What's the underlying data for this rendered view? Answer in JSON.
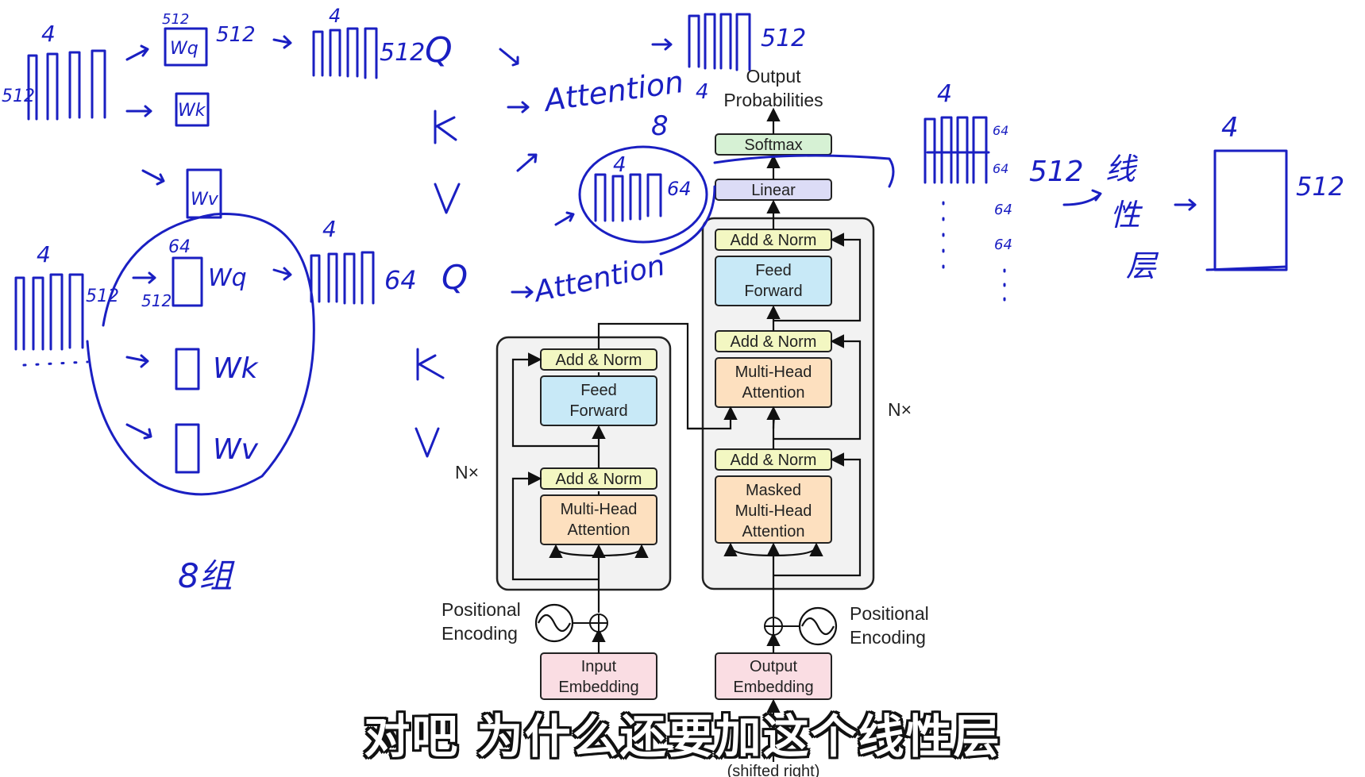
{
  "diagram": {
    "encoder": {
      "nx": "N×",
      "add_norm": "Add & Norm",
      "feed_forward": [
        "Feed",
        "Forward"
      ],
      "attention": [
        "Multi-Head",
        "Attention"
      ],
      "positional_encoding": [
        "Positional",
        "Encoding"
      ],
      "embedding": [
        "Input",
        "Embedding"
      ]
    },
    "decoder": {
      "nx": "N×",
      "add_norm": "Add & Norm",
      "feed_forward": [
        "Feed",
        "Forward"
      ],
      "attention": [
        "Multi-Head",
        "Attention"
      ],
      "masked_attention": [
        "Masked",
        "Multi-Head",
        "Attention"
      ],
      "positional_encoding": [
        "Positional",
        "Encoding"
      ],
      "embedding": [
        "Output",
        "Embedding"
      ],
      "shifted_right": "(shifted right)"
    },
    "head": {
      "linear": "Linear",
      "softmax": "Softmax",
      "output_probabilities": [
        "Output",
        "Probabilities"
      ]
    }
  },
  "annotations": {
    "n4": "4",
    "n512": "512",
    "n64": "64",
    "n8": "8",
    "wq": "Wq",
    "wk": "Wk",
    "wv": "Wv",
    "Q": "Q",
    "K": "K",
    "V": "V",
    "attention": "Attention",
    "eight_groups": "8组",
    "linear_layer": [
      "线",
      "性",
      "层"
    ]
  },
  "subtitle": "对吧 为什么还要加这个线性层",
  "colors": {
    "ink": "#1a1fc2",
    "ff_fill": "#c8e9f7",
    "attn_fill": "#fde0bf",
    "addnorm_fill": "#f3f7c2",
    "embed_fill": "#fadde3",
    "linear_fill": "#dcdcf6",
    "softmax_fill": "#d6f1d4",
    "block_bg": "#f2f2f2"
  }
}
